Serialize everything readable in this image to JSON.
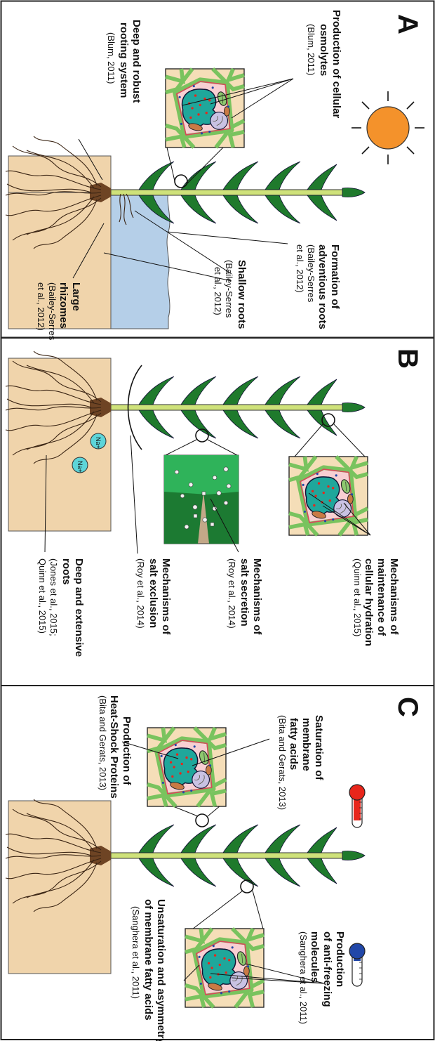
{
  "figure": {
    "orientation": "rotated 90 degrees clockwise (panels read left to right)",
    "colors": {
      "soil": "#f0d4ab",
      "water": "#b5cfe8",
      "leaf": "#1f7a2c",
      "stem": "#cfe27a",
      "root": "#6e4424",
      "sun": "#f4922b",
      "cell_wall": "#79c35e",
      "cell_fill": "#f5deb8",
      "vacuole": "#1fa79b",
      "nucleus": "#c9c2e3",
      "chloroplast": "#8ec96f",
      "mitochondrion": "#c97a45",
      "sodium_ion": "#5dd5d9",
      "thermo_hot": "#e8261b",
      "thermo_cold": "#2147a8",
      "salt_leaf_dark": "#1c7a32",
      "salt_leaf_light": "#2fb35a",
      "salt_leaf_back": "#c3a888"
    },
    "icons": [
      "sun-icon",
      "thermometer-hot-icon",
      "thermometer-cold-icon",
      "sodium-ion-icon",
      "salt-crystal-icon"
    ]
  },
  "panels": {
    "a": {
      "letter": "A",
      "labels": {
        "osmolytes": {
          "title": [
            "Production of cellular",
            "osmolytes"
          ],
          "cite": "(Blum, 2011)"
        },
        "deep_roots": {
          "title": [
            "Deep and robust",
            "rooting system"
          ],
          "cite": "(Blum, 2011)"
        },
        "adventitious": {
          "title": [
            "Formation of",
            "adventious roots"
          ],
          "cite": [
            "(Bailey-Serres",
            "et al., 2012)"
          ]
        },
        "shallow": {
          "title": [
            "Shallow roots"
          ],
          "cite": [
            "(Bailey-Serres",
            "et al., 2012)"
          ]
        },
        "rhizomes": {
          "title": [
            "Large",
            "rhizomes"
          ],
          "cite": [
            "(Bailey-Serres",
            "et al., 2012)"
          ]
        }
      }
    },
    "b": {
      "letter": "B",
      "ion_label": "Na+",
      "labels": {
        "hydration": {
          "title": [
            "Mechanisms of",
            "maintenance of",
            "cellular hydration"
          ],
          "cite": "(Quinn et al., 2015)"
        },
        "secretion": {
          "title": [
            "Mechanisms of",
            "salt secretion"
          ],
          "cite": "(Roy et al., 2014)"
        },
        "exclusion": {
          "title": [
            "Mechanisms of",
            "salt exclusion"
          ],
          "cite": "(Roy et al., 2014)"
        },
        "deep_ext": {
          "title": [
            "Deep and extensive",
            "roots"
          ],
          "cite": [
            "(Jones et al., 2015;",
            "Quinn et al., 2015)"
          ]
        }
      }
    },
    "c": {
      "letter": "C",
      "labels": {
        "saturation": {
          "title": [
            "Saturation of",
            "membrane",
            "fatty acids"
          ],
          "cite": "(Bita and Gerats, 2013)"
        },
        "heat_shock": {
          "title": [
            "Production of",
            "Heat-Shock Proteins"
          ],
          "cite": "(Bita and Gerats, 2013)"
        },
        "anti_freeze": {
          "title": [
            "Production",
            "of anti-freezing",
            "molecules"
          ],
          "cite": "(Sanghera et al., 2011)"
        },
        "unsaturation": {
          "title": [
            "Unsaturation and asymmetry",
            "of membrane fatty acids"
          ],
          "cite": "(Sanghera et al., 2011)"
        }
      }
    }
  }
}
